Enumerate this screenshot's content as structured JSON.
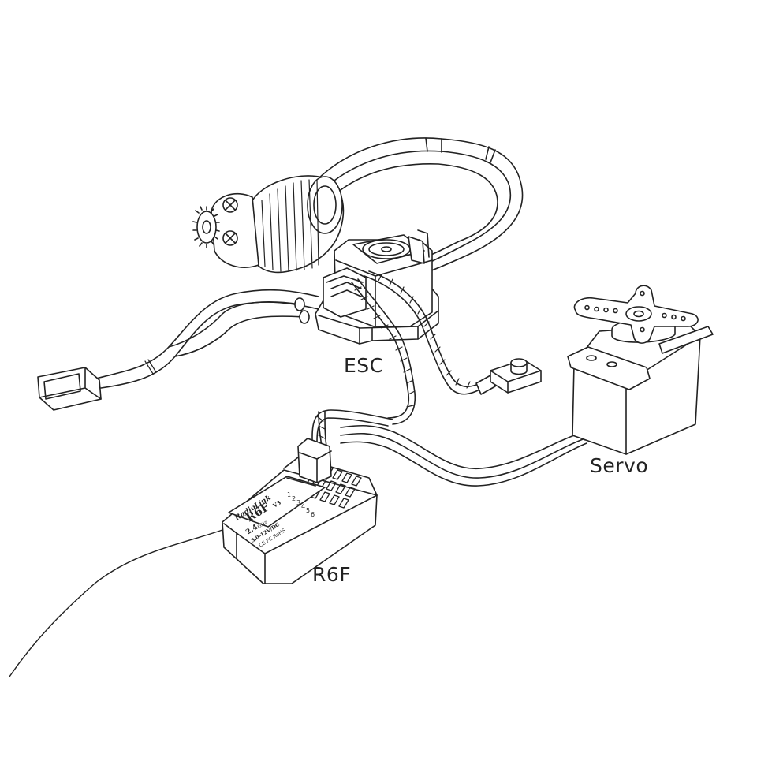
{
  "labels": {
    "esc": "ESC",
    "servo": "Servo",
    "receiver": "R6F"
  },
  "receiver_sticker": {
    "brand": "RadioLink",
    "model": "R6F",
    "version": "V3",
    "frequency": "2.4",
    "frequency_unit": "GHz",
    "voltage": "3.0-12V/DC",
    "certifications": "CE FC RoHS",
    "channels": [
      "1",
      "2",
      "3",
      "4",
      "5",
      "6"
    ]
  },
  "colors": {
    "line": "#222222",
    "background": "#ffffff"
  }
}
